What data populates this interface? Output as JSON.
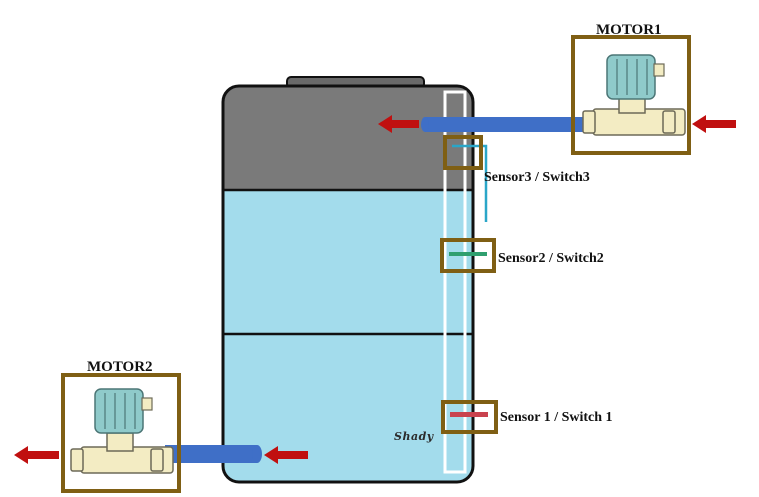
{
  "motors": [
    {
      "id": "motor1",
      "label": "MOTOR1"
    },
    {
      "id": "motor2",
      "label": "MOTOR2"
    }
  ],
  "sensors": [
    {
      "id": "sensor3",
      "label": "Sensor3 / Switch3"
    },
    {
      "id": "sensor2",
      "label": "Sensor2 / Switch2"
    },
    {
      "id": "sensor1",
      "label": "Sensor 1 / Switch 1"
    }
  ],
  "tank": {
    "brand": "Shady"
  },
  "colors": {
    "tank_dark": "#7a7a7a",
    "water": "#a3dcec",
    "pipe": "#3f6fc7",
    "arrow": "#c01010",
    "frame": "#7f5f14",
    "motor_body": "#8fcaca",
    "motor_base": "#f3ecc3",
    "sensor1_bar": "#c9424e",
    "sensor2_bar": "#2f9f6f",
    "sensor3_wire": "#2aa6c8"
  }
}
